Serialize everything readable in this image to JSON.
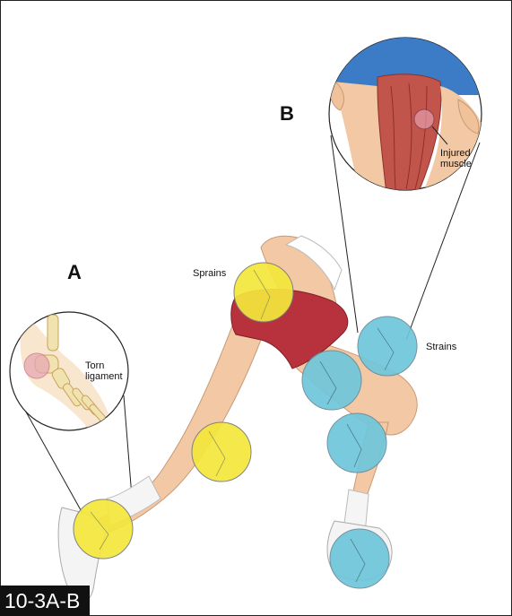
{
  "figure": {
    "tag": "10-3A-B",
    "label_a": "A",
    "label_b": "B"
  },
  "callouts": {
    "sprains": "Sprains",
    "strains": "Strains",
    "torn_ligament_line1": "Torn",
    "torn_ligament_line2": "ligament",
    "injured_muscle_line1": "Injured",
    "injured_muscle_line2": "muscle"
  },
  "colors": {
    "sprain": "#f4e73c",
    "strain": "#6fc6dc",
    "skin": "#f2c9a4",
    "shorts_red": "#b8323e",
    "shorts_blue": "#3c7cc6",
    "muscle": "#c2554b",
    "bone": "#f1e3b0"
  },
  "icons": {
    "sprain_markers": "yellow-circle",
    "strain_markers": "blue-circle"
  }
}
